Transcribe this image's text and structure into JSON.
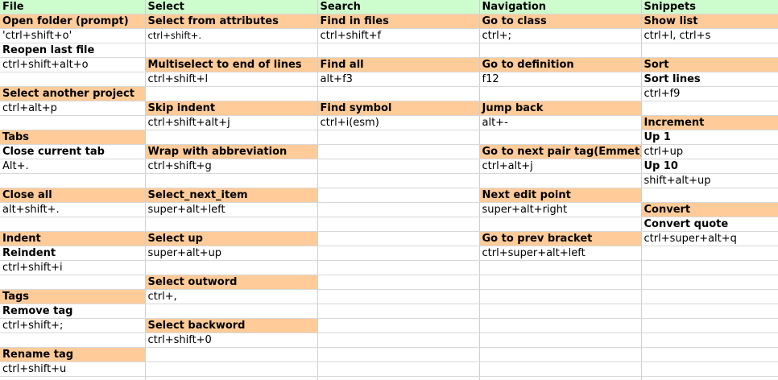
{
  "columns": [
    "File",
    "Select",
    "Search",
    "Navigation",
    "Snippets"
  ],
  "rows": [
    [
      {
        "text": "Open folder (prompt)",
        "bold": true,
        "bg": "orange"
      },
      {
        "text": "Select from attributes",
        "bold": true,
        "bg": "orange"
      },
      {
        "text": "Find in files",
        "bold": true,
        "bg": "orange"
      },
      {
        "text": "Go to class",
        "bold": true,
        "bg": "orange"
      },
      {
        "text": "Show list",
        "bold": true,
        "bg": "orange"
      }
    ],
    [
      {
        "text": "'ctrl+shift+o'"
      },
      {
        "text": "ctrl+shift+.",
        "small": true
      },
      {
        "text": "ctrl+shift+f"
      },
      {
        "text": "ctrl+;"
      },
      {
        "text": "ctrl+l, ctrl+s"
      }
    ],
    [
      {
        "text": "Reopen last file",
        "bold": true
      },
      {
        "text": ""
      },
      {
        "text": ""
      },
      {
        "text": ""
      },
      {
        "text": ""
      }
    ],
    [
      {
        "text": "ctrl+shift+alt+o"
      },
      {
        "text": "Multiselect to end of lines",
        "bold": true,
        "bg": "orange"
      },
      {
        "text": "Find all",
        "bold": true,
        "bg": "orange"
      },
      {
        "text": "Go to definition",
        "bold": true,
        "bg": "orange"
      },
      {
        "text": "Sort",
        "bold": true,
        "bg": "orange"
      }
    ],
    [
      {
        "text": ""
      },
      {
        "text": "ctrl+shift+l"
      },
      {
        "text": "alt+f3"
      },
      {
        "text": "f12"
      },
      {
        "text": "Sort lines",
        "bold": true
      }
    ],
    [
      {
        "text": "Select another project",
        "bold": true,
        "bg": "orange"
      },
      {
        "text": ""
      },
      {
        "text": ""
      },
      {
        "text": ""
      },
      {
        "text": "ctrl+f9"
      }
    ],
    [
      {
        "text": "ctrl+alt+p"
      },
      {
        "text": "Skip indent",
        "bold": true,
        "bg": "orange"
      },
      {
        "text": "Find symbol",
        "bold": true,
        "bg": "orange"
      },
      {
        "text": "Jump back",
        "bold": true,
        "bg": "orange"
      },
      {
        "text": ""
      }
    ],
    [
      {
        "text": ""
      },
      {
        "text": "ctrl+shift+alt+j"
      },
      {
        "text": "ctrl+i(esm)"
      },
      {
        "text": "alt+-"
      },
      {
        "text": "Increment",
        "bold": true,
        "bg": "orange"
      }
    ],
    [
      {
        "text": "Tabs",
        "bold": true,
        "bg": "orange"
      },
      {
        "text": ""
      },
      {
        "text": ""
      },
      {
        "text": ""
      },
      {
        "text": "Up 1",
        "bold": true
      }
    ],
    [
      {
        "text": "Close current tab",
        "bold": true
      },
      {
        "text": "Wrap with abbreviation",
        "bold": true,
        "bg": "orange"
      },
      {
        "text": ""
      },
      {
        "text": "Go to next pair tag(Emmet)",
        "bold": true,
        "bg": "orange"
      },
      {
        "text": "ctrl+up"
      }
    ],
    [
      {
        "text": "Alt+."
      },
      {
        "text": "ctrl+shift+g"
      },
      {
        "text": ""
      },
      {
        "text": "ctrl+alt+j"
      },
      {
        "text": "Up 10",
        "bold": true
      }
    ],
    [
      {
        "text": ""
      },
      {
        "text": ""
      },
      {
        "text": ""
      },
      {
        "text": ""
      },
      {
        "text": "shift+alt+up"
      }
    ],
    [
      {
        "text": "Close all",
        "bold": true,
        "bg": "orange"
      },
      {
        "text": "Select_next_item",
        "bold": true,
        "bg": "orange"
      },
      {
        "text": ""
      },
      {
        "text": "Next edit point",
        "bold": true,
        "bg": "orange"
      },
      {
        "text": ""
      }
    ],
    [
      {
        "text": "alt+shift+."
      },
      {
        "text": "super+alt+left"
      },
      {
        "text": ""
      },
      {
        "text": "super+alt+right"
      },
      {
        "text": "Convert",
        "bold": true,
        "bg": "orange"
      }
    ],
    [
      {
        "text": ""
      },
      {
        "text": ""
      },
      {
        "text": ""
      },
      {
        "text": ""
      },
      {
        "text": "Convert quote",
        "bold": true
      }
    ],
    [
      {
        "text": "Indent",
        "bold": true,
        "bg": "orange"
      },
      {
        "text": "Select up",
        "bold": true,
        "bg": "orange"
      },
      {
        "text": ""
      },
      {
        "text": "Go to prev bracket",
        "bold": true,
        "bg": "orange"
      },
      {
        "text": "ctrl+super+alt+q"
      }
    ],
    [
      {
        "text": "Reindent",
        "bold": true
      },
      {
        "text": "super+alt+up"
      },
      {
        "text": ""
      },
      {
        "text": "ctrl+super+alt+left"
      },
      {
        "text": ""
      }
    ],
    [
      {
        "text": "ctrl+shift+i"
      },
      {
        "text": ""
      },
      {
        "text": ""
      },
      {
        "text": ""
      },
      {
        "text": ""
      }
    ],
    [
      {
        "text": ""
      },
      {
        "text": "Select outword",
        "bold": true,
        "bg": "orange"
      },
      {
        "text": ""
      },
      {
        "text": ""
      },
      {
        "text": ""
      }
    ],
    [
      {
        "text": "Tags",
        "bold": true,
        "bg": "orange"
      },
      {
        "text": "ctrl+,"
      },
      {
        "text": ""
      },
      {
        "text": ""
      },
      {
        "text": ""
      }
    ],
    [
      {
        "text": "Remove tag",
        "bold": true
      },
      {
        "text": ""
      },
      {
        "text": ""
      },
      {
        "text": ""
      },
      {
        "text": ""
      }
    ],
    [
      {
        "text": "ctrl+shift+;"
      },
      {
        "text": "Select backword",
        "bold": true,
        "bg": "orange"
      },
      {
        "text": ""
      },
      {
        "text": ""
      },
      {
        "text": ""
      }
    ],
    [
      {
        "text": ""
      },
      {
        "text": "ctrl+shift+0"
      },
      {
        "text": ""
      },
      {
        "text": ""
      },
      {
        "text": ""
      }
    ],
    [
      {
        "text": "Rename tag",
        "bold": true,
        "bg": "orange"
      },
      {
        "text": ""
      },
      {
        "text": ""
      },
      {
        "text": ""
      },
      {
        "text": ""
      }
    ],
    [
      {
        "text": "ctrl+shift+u"
      },
      {
        "text": ""
      },
      {
        "text": ""
      },
      {
        "text": ""
      },
      {
        "text": ""
      }
    ],
    [
      {
        "text": ""
      },
      {
        "text": ""
      },
      {
        "text": ""
      },
      {
        "text": ""
      },
      {
        "text": ""
      }
    ]
  ],
  "colors": {
    "header_bg": "#cdfccd",
    "section_bg": "#ffcb99",
    "grid": "#cfcfcf"
  }
}
